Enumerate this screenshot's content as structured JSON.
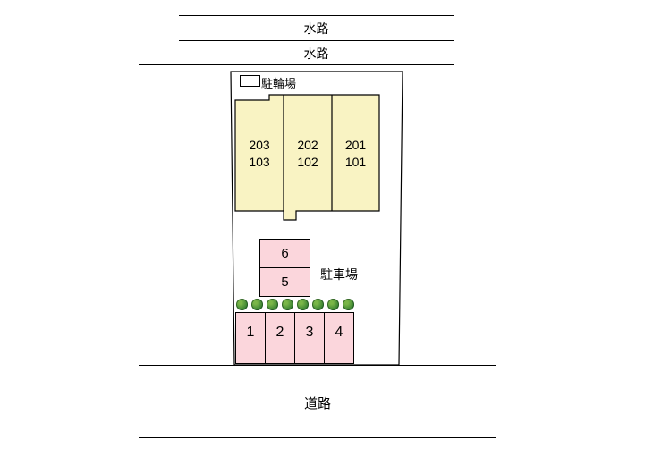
{
  "labels": {
    "waterway_top": "水路",
    "waterway_bottom": "水路",
    "bicycle_parking": "駐輪場",
    "parking_lot": "駐車場",
    "road": "道路"
  },
  "building": {
    "fill": "#f9f3c3",
    "units": [
      {
        "upper": "203",
        "lower": "103"
      },
      {
        "upper": "202",
        "lower": "102"
      },
      {
        "upper": "201",
        "lower": "101"
      }
    ]
  },
  "parking": {
    "fill": "#fbd6dc",
    "upper_spaces": [
      "6",
      "5"
    ],
    "lower_spaces": [
      "1",
      "2",
      "3",
      "4"
    ]
  },
  "trees": {
    "count": 8,
    "color": "#2f7a2f"
  }
}
